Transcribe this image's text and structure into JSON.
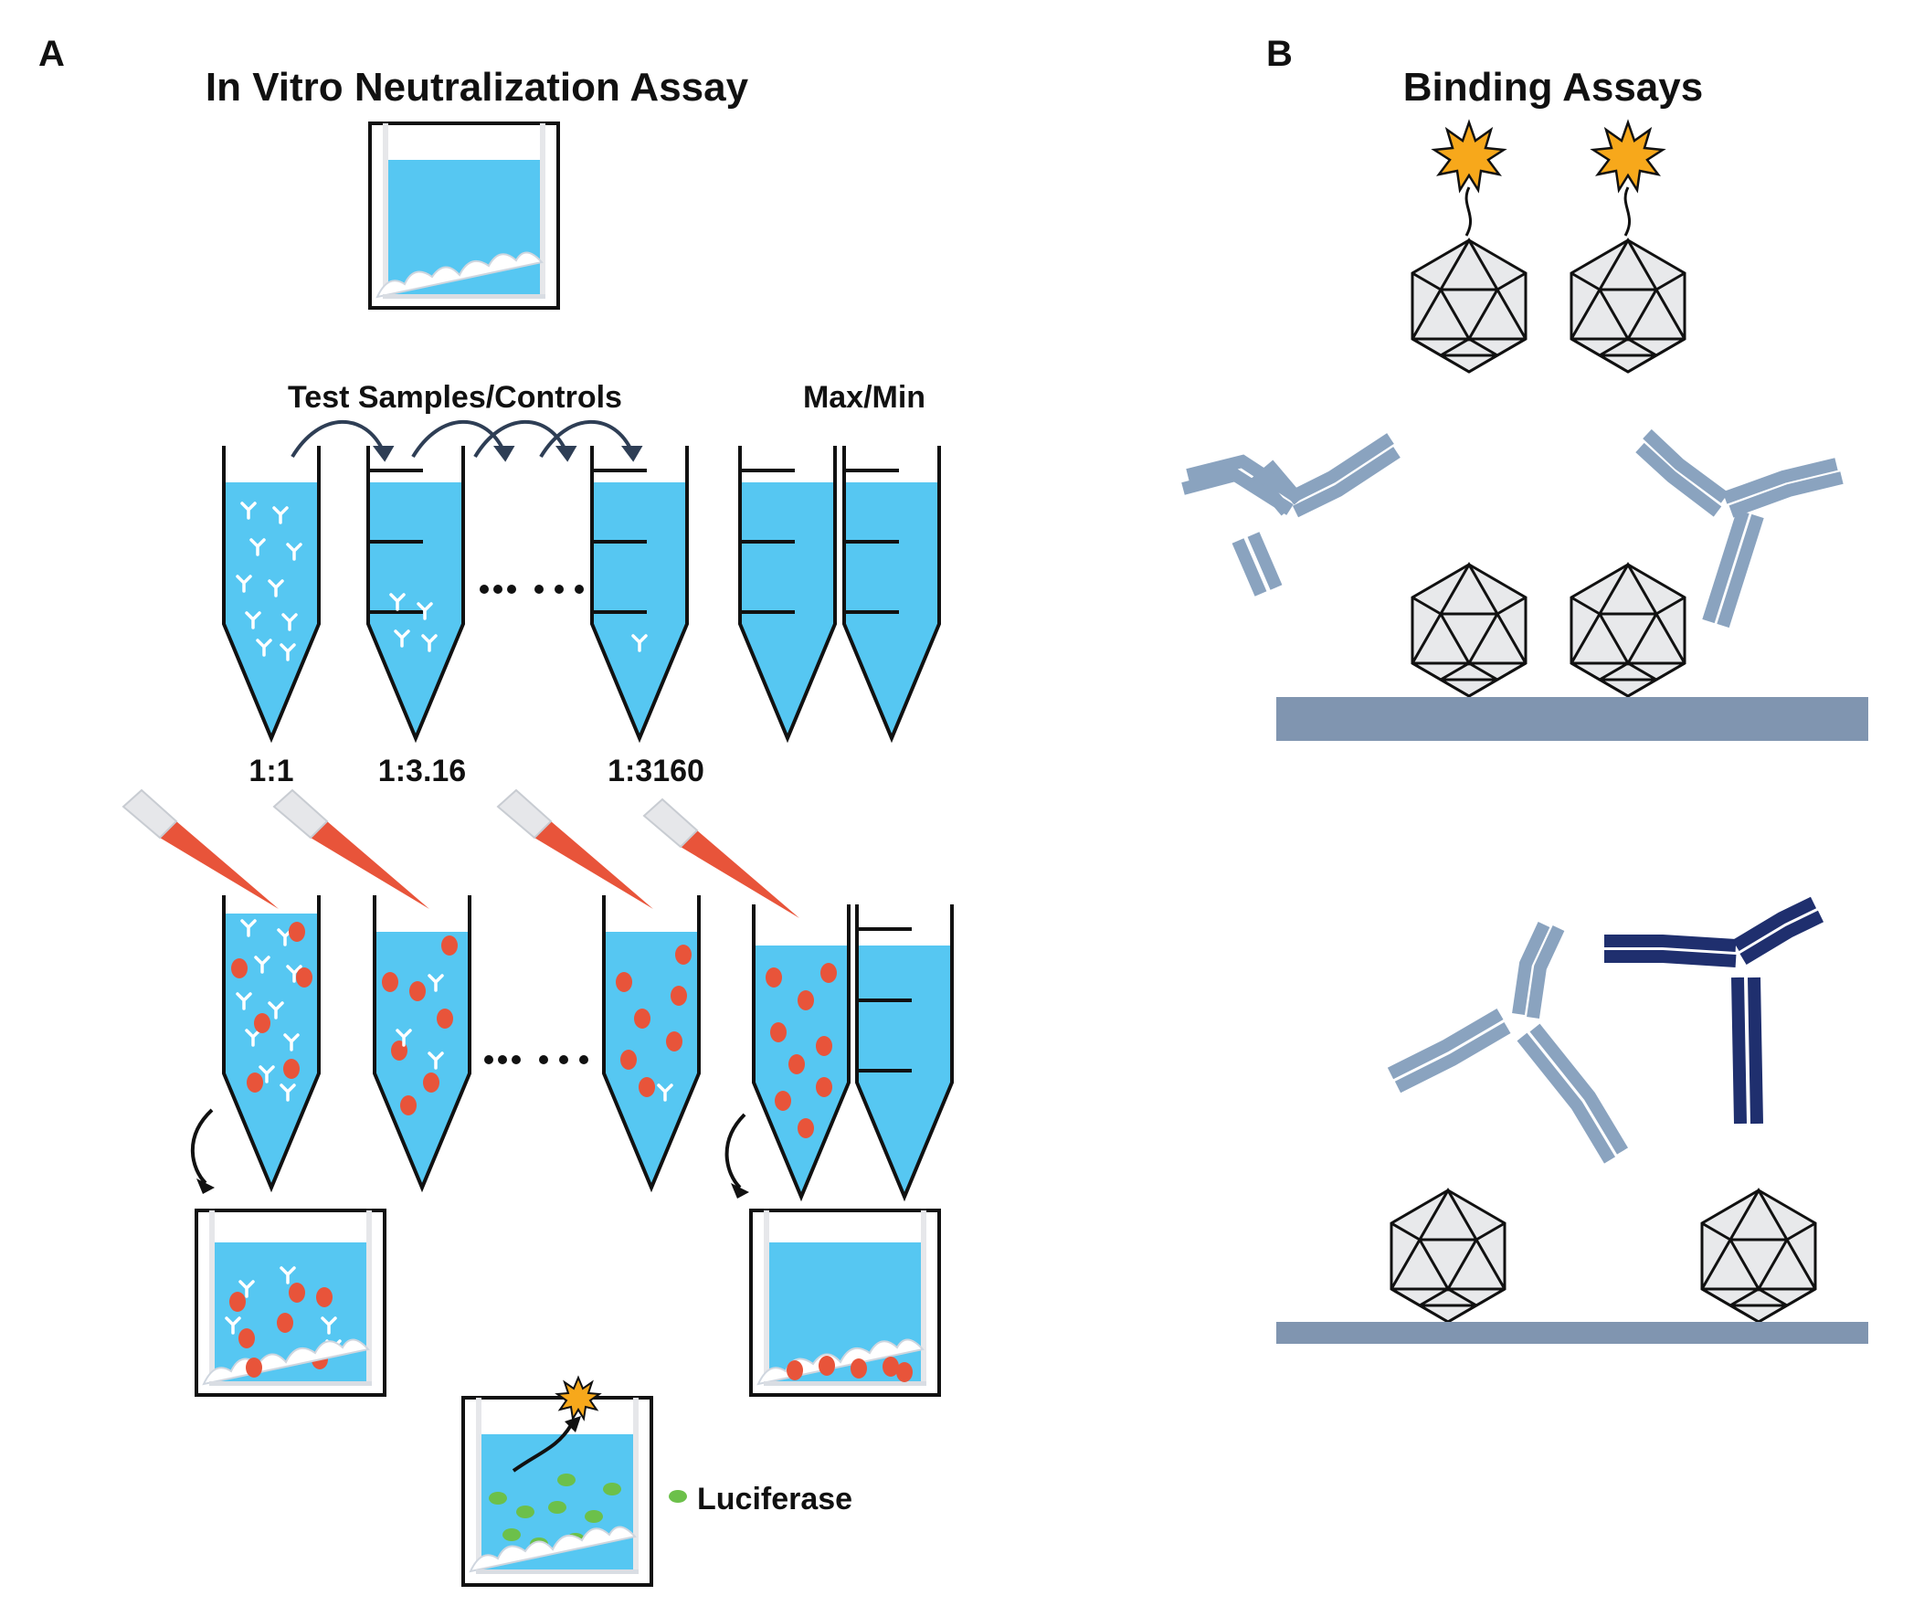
{
  "panel_a": {
    "letter": "A",
    "title": "In Vitro Neutralization Assay",
    "samples_label": "Test Samples/Controls",
    "controls_label": "Max/Min",
    "dilutions": [
      "1:1",
      "1:3.16",
      "1:3160"
    ],
    "legend_label": "Luciferase"
  },
  "panel_b": {
    "letter": "B",
    "title": "Binding Assays"
  },
  "colors": {
    "medium": "#56c7f2",
    "virus": "#e8543a",
    "luciferase": "#6cc04a",
    "glow": "#f7a81b",
    "antibody_light": "#8aa3bf",
    "antibody_dark": "#1f2f6e",
    "plate": "#8095b0",
    "capsid": "#e8e9eb"
  },
  "icons": {
    "capsid": "icosahedron-capsid-icon",
    "antibody": "y-antibody-icon",
    "pipette": "pipette-tip-icon",
    "label": "starburst-label-icon"
  }
}
